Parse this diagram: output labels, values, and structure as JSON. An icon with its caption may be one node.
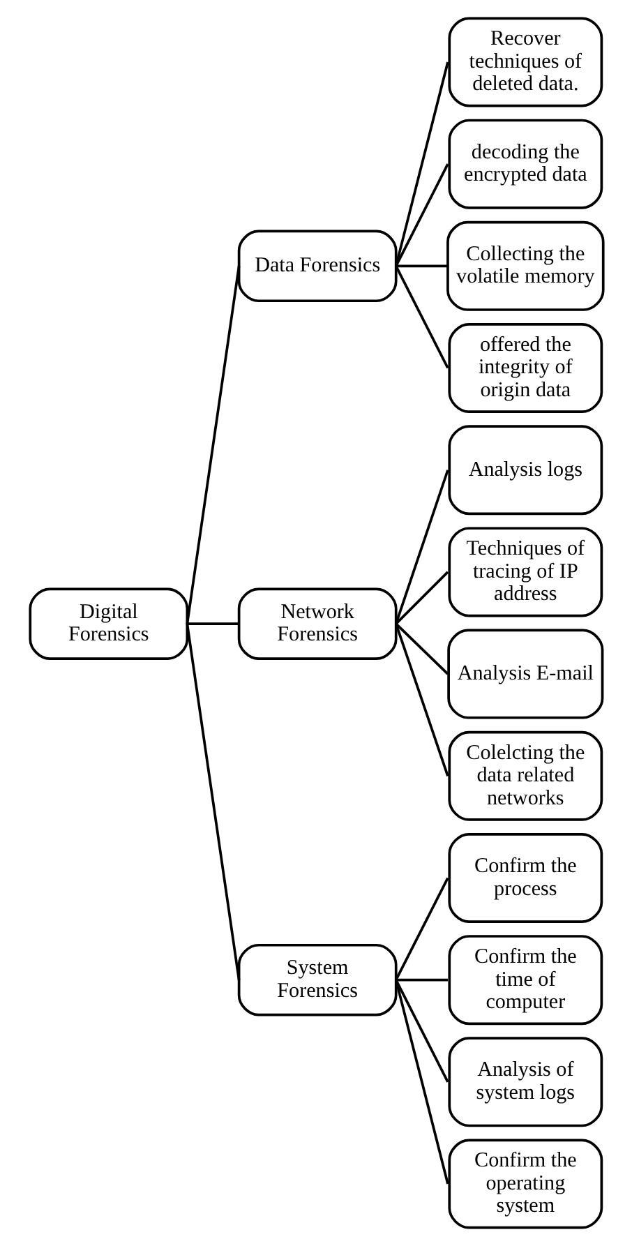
{
  "diagram": {
    "nodes": [
      {
        "text": [
          "Digital Forensics"
        ]
      },
      {
        "text": [
          "Data Forensics"
        ]
      },
      {
        "text": [
          "Recover techniques of deleted data."
        ]
      },
      {
        "text": [
          "decoding the encrypted data"
        ]
      },
      {
        "text": [
          "Collecting the volatile memory"
        ]
      },
      {
        "text": [
          "offered the integrity of origin data"
        ]
      },
      {
        "text": [
          "Network Forensics"
        ]
      },
      {
        "text": [
          "Analysis logs"
        ]
      },
      {
        "text": [
          "Techniques of tracing of IP address"
        ]
      },
      {
        "text": [
          "Analysis E-mail"
        ]
      },
      {
        "text": [
          "Colelcting the data related networks"
        ]
      },
      {
        "text": [
          "System Forensics"
        ]
      },
      {
        "text": [
          "Confirm the process"
        ]
      },
      {
        "text": [
          "Confirm the time of computer"
        ]
      },
      {
        "text": [
          "Analysis of system logs"
        ]
      },
      {
        "text": [
          "Confirm the operating system"
        ]
      }
    ],
    "edges": [
      {
        "from": 0,
        "to": 1,
        "arrow": "none"
      },
      {
        "from": 0,
        "to": 6,
        "arrow": "none"
      },
      {
        "from": 0,
        "to": 11,
        "arrow": "none"
      },
      {
        "from": 1,
        "to": 2,
        "arrow": "none"
      },
      {
        "from": 1,
        "to": 3,
        "arrow": "none"
      },
      {
        "from": 1,
        "to": 4,
        "arrow": "none"
      },
      {
        "from": 1,
        "to": 5,
        "arrow": "none"
      },
      {
        "from": 6,
        "to": 7,
        "arrow": "none"
      },
      {
        "from": 6,
        "to": 8,
        "arrow": "none"
      },
      {
        "from": 6,
        "to": 9,
        "arrow": "none"
      },
      {
        "from": 6,
        "to": 10,
        "arrow": "none"
      },
      {
        "from": 11,
        "to": 12,
        "arrow": "none"
      },
      {
        "from": 11,
        "to": 13,
        "arrow": "none"
      },
      {
        "from": 11,
        "to": 14,
        "arrow": "none"
      },
      {
        "from": 11,
        "to": 15,
        "arrow": "none"
      }
    ]
  }
}
